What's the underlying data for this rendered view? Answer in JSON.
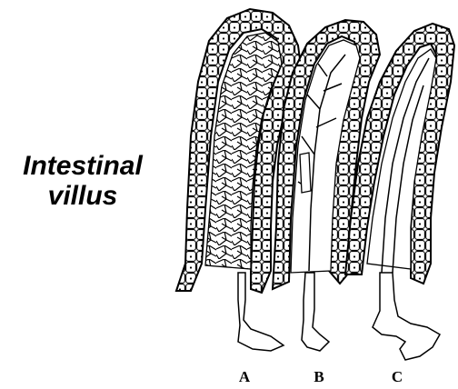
{
  "title_lines": [
    "Intestinal",
    "villus"
  ],
  "labels": [
    "A",
    "B",
    "C"
  ],
  "colors": {
    "ink": "#000000",
    "background": "#ffffff"
  }
}
